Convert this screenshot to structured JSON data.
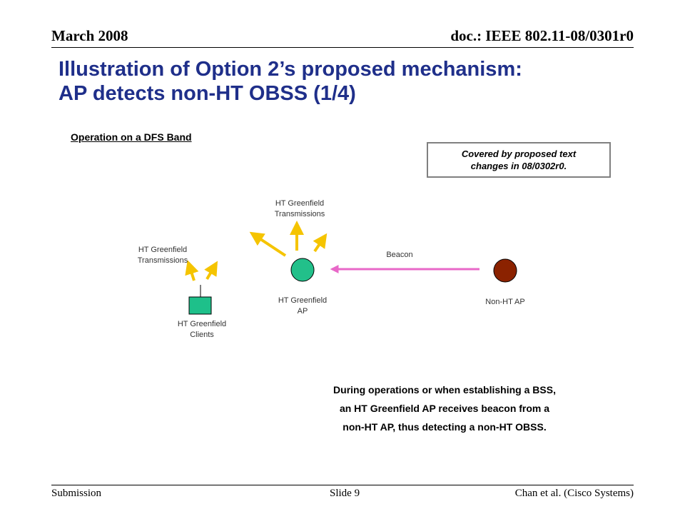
{
  "header": {
    "date": "March 2008",
    "doc_id": "doc.: IEEE 802.11-08/0301r0"
  },
  "title": {
    "line1": "Illustration of Option 2’s proposed mechanism:",
    "line2": "AP detects non-HT OBSS (1/4)"
  },
  "subheading": "Operation on a DFS Band",
  "note": {
    "line1": "Covered by proposed text",
    "line2": "changes in 08/0302r0."
  },
  "diagram": {
    "clients": {
      "transmissions_label_line1": "HT Greenfield",
      "transmissions_label_line2": "Transmissions",
      "label_line1": "HT Greenfield",
      "label_line2": "Clients"
    },
    "ht_ap": {
      "transmissions_label_line1": "HT Greenfield",
      "transmissions_label_line2": "Transmissions",
      "label_line1": "HT Greenfield",
      "label_line2": "AP"
    },
    "beacon_label": "Beacon",
    "non_ht_ap_label": "Non-HT AP",
    "colors": {
      "transmission_arrow": "#f5c400",
      "beacon_arrow": "#e868c8",
      "ht_ap": "#22c08a",
      "non_ht_ap": "#8b2200",
      "client": "#1ec08a"
    }
  },
  "description": {
    "line1": "During operations or when establishing a BSS,",
    "line2": "an HT Greenfield AP receives beacon from a",
    "line3": "non-HT AP, thus detecting a non-HT OBSS."
  },
  "footer": {
    "left": "Submission",
    "center": "Slide 9",
    "right": "Chan et al. (Cisco Systems)"
  }
}
